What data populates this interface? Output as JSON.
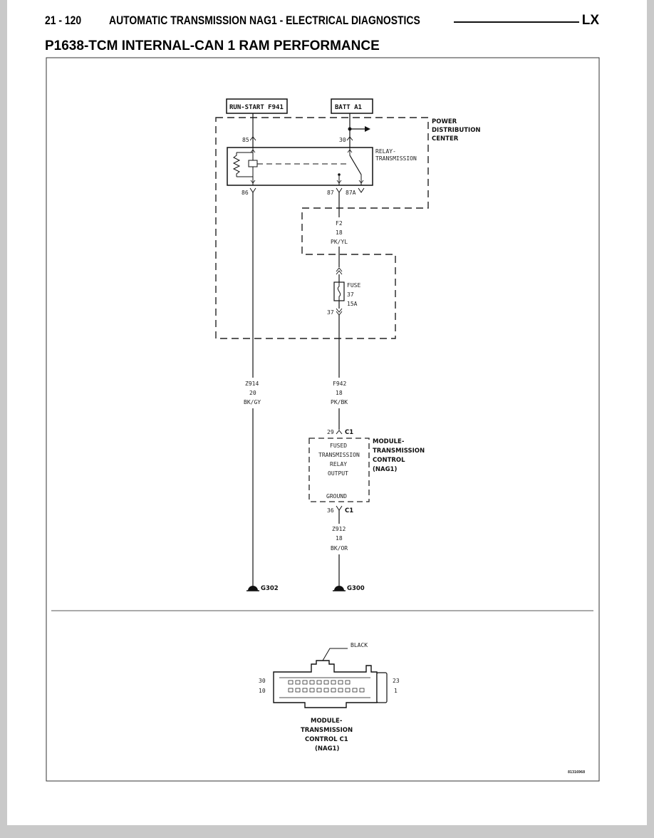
{
  "header": {
    "page_number": "21 - 120",
    "section_title": "AUTOMATIC TRANSMISSION NAG1 - ELECTRICAL DIAGNOSTICS",
    "model": "LX"
  },
  "page_title": "P1638-TCM INTERNAL-CAN 1 RAM PERFORMANCE",
  "diagram": {
    "boxes": {
      "run_start": "RUN-START F941",
      "batt": "BATT A1"
    },
    "pdc_label": [
      "POWER",
      "DISTRIBUTION",
      "CENTER"
    ],
    "relay_label": [
      "RELAY-",
      "TRANSMISSION"
    ],
    "pins": {
      "p85": "85",
      "p30": "30",
      "p86": "86",
      "p87": "87",
      "p87a": "87A",
      "fuse_pin": "37",
      "c1_29": "29",
      "c1_36": "36",
      "c1": "C1"
    },
    "wire_f2": [
      "F2",
      "18",
      "PK/YL"
    ],
    "fuse": [
      "FUSE",
      "37",
      "15A"
    ],
    "wire_z914": [
      "Z914",
      "20",
      "BK/GY"
    ],
    "wire_f942": [
      "F942",
      "18",
      "PK/BK"
    ],
    "module_inner": [
      "FUSED",
      "TRANSMISSION",
      "RELAY",
      "OUTPUT"
    ],
    "module_ground": "GROUND",
    "module_label": [
      "MODULE-",
      "TRANSMISSION",
      "CONTROL",
      "(NAG1)"
    ],
    "wire_z912": [
      "Z912",
      "18",
      "BK/OR"
    ],
    "grounds": [
      "G302",
      "G300"
    ]
  },
  "connector": {
    "color_label": "BLACK",
    "left_pins": [
      "30",
      "10"
    ],
    "right_pins": [
      "23",
      "1"
    ],
    "label": [
      "MODULE-",
      "TRANSMISSION",
      "CONTROL C1",
      "(NAG1)"
    ]
  },
  "figure_id": "81316968"
}
